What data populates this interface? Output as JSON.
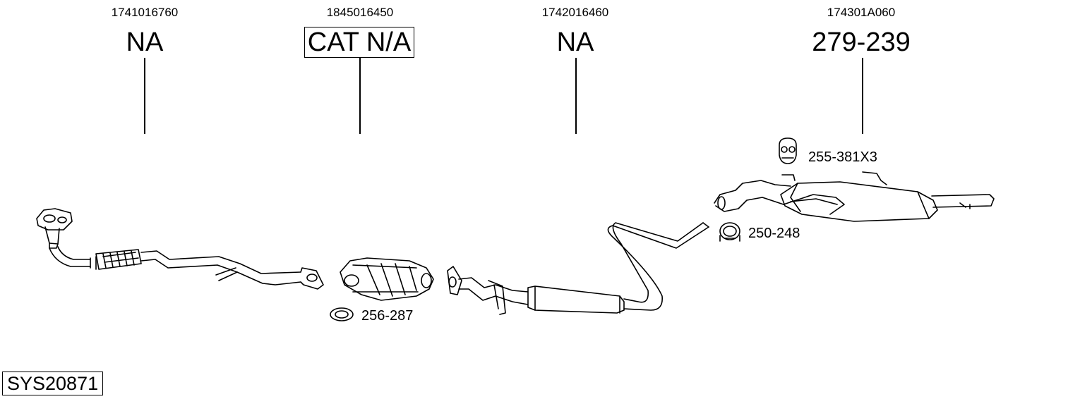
{
  "parts": [
    {
      "oe_number": "1741016760",
      "code": "NA",
      "boxed": false
    },
    {
      "oe_number": "1845016450",
      "code": "CAT N/A",
      "boxed": true
    },
    {
      "oe_number": "1742016460",
      "code": "NA",
      "boxed": false
    },
    {
      "oe_number": "174301A060",
      "code": "279-239",
      "boxed": false
    }
  ],
  "accessories": [
    {
      "code": "255-381X3",
      "icon": "rubber-hanger-icon"
    },
    {
      "code": "250-248",
      "icon": "pipe-clamp-icon"
    },
    {
      "code": "256-287",
      "icon": "gasket-ring-icon"
    }
  ],
  "system_id": "SYS20871",
  "colors": {
    "line": "#000000",
    "background": "#ffffff"
  }
}
